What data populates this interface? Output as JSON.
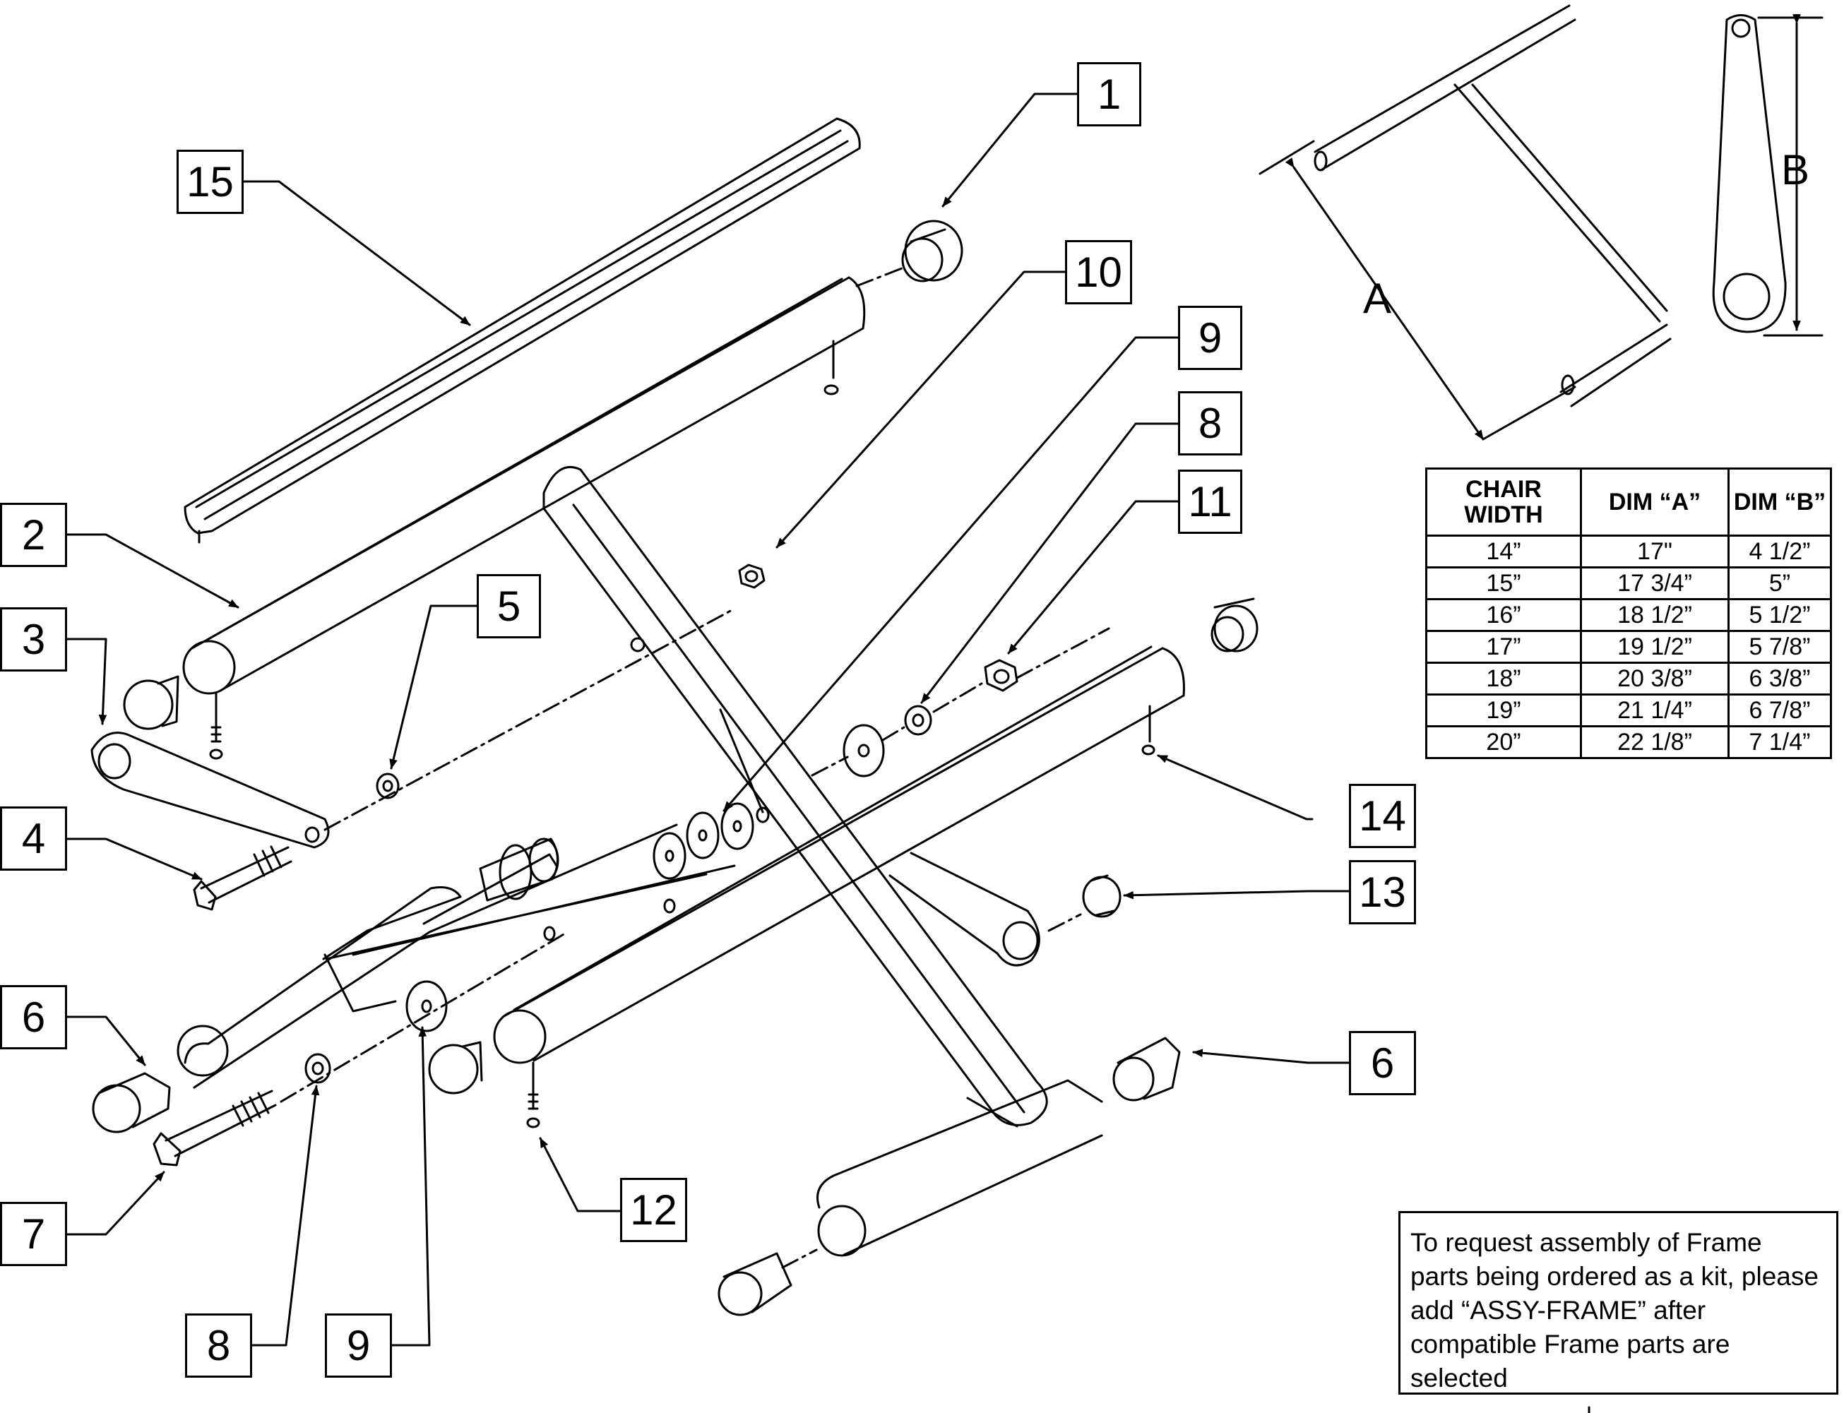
{
  "callouts": {
    "c1": "1",
    "c15": "15",
    "c10": "10",
    "c9a": "9",
    "c8a": "8",
    "c11": "11",
    "c2": "2",
    "c3": "3",
    "c5": "5",
    "c4": "4",
    "c14": "14",
    "c13": "13",
    "c6a": "6",
    "c6b": "6",
    "c7": "7",
    "c12": "12",
    "c8b": "8",
    "c9b": "9"
  },
  "dimensions": {
    "a": "A",
    "b": "B"
  },
  "table": {
    "headers": [
      "CHAIR WIDTH",
      "DIM “A”",
      "DIM “B”"
    ],
    "rows": [
      [
        "14”",
        "17\"",
        "4 1/2”"
      ],
      [
        "15”",
        "17 3/4”",
        "5”"
      ],
      [
        "16”",
        "18 1/2”",
        "5 1/2”"
      ],
      [
        "17”",
        "19 1/2”",
        "5 7/8”"
      ],
      [
        "18”",
        "20 3/8”",
        "6 3/8”"
      ],
      [
        "19”",
        "21 1/4”",
        "6 7/8”"
      ],
      [
        "20”",
        "22 1/8”",
        "7 1/4”"
      ]
    ]
  },
  "note": "To request assembly of Frame parts being ordered as a kit, please add “ASSY-FRAME” after compatible Frame parts are selected"
}
